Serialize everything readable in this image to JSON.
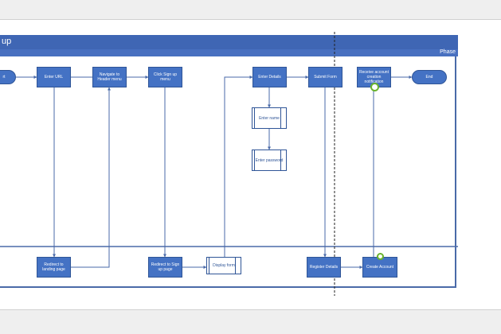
{
  "pool": {
    "title": "up",
    "phase_label": "Phase"
  },
  "top_lane": {
    "start": "rt",
    "enter_url": "Enter URL",
    "navigate_header": "Navigate to Header menu",
    "click_signup": "Click Sign up menu",
    "enter_details": "Enter Details",
    "submit_form": "Submit Form",
    "receive_notification": "Receive account creation notification",
    "end": "End",
    "enter_name": "Enter name",
    "enter_password": "Enter password"
  },
  "bottom_lane": {
    "redirect_landing": "Redirect to landing page",
    "redirect_signup": "Redirect to Sign up page",
    "display_form": "Display form",
    "register_details": "Register Details",
    "create_account": "Create Account"
  },
  "colors": {
    "shape_fill": "#4472c4",
    "header": "#3f66b4",
    "connector": "#4a6aa8"
  }
}
